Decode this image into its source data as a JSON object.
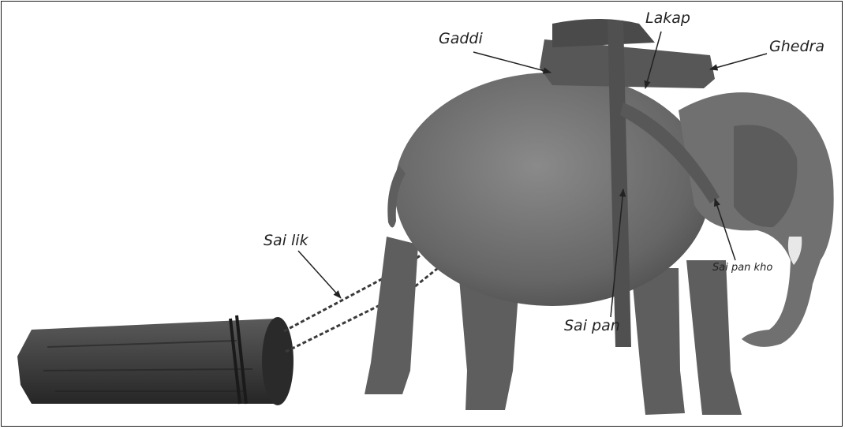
{
  "labels": {
    "gaddi": "Gaddi",
    "lakap": "Lakap",
    "ghedra": "Ghedra",
    "sai_lik": "Sai lik",
    "sai_pan": "Sai pan",
    "sai_pan_kho": "Sai pan kho"
  },
  "colors": {
    "elephant": "#6e6e6e",
    "elephant_shade": "#4f4f4f",
    "log": "#3a3a3a",
    "saddle": "#5a5a5a",
    "annotation": "#222222"
  }
}
